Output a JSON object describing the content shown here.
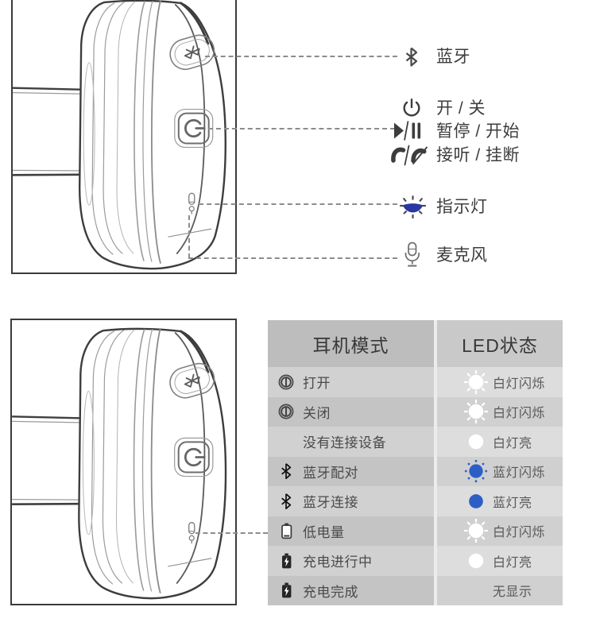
{
  "document": {
    "type": "headphone-manual-diagram",
    "background": "#ffffff"
  },
  "colors": {
    "table_blue_led": "#2d5ec6",
    "indicator_blue": "#2b36a3",
    "box_border": "#3b3b3b",
    "dash_line": "#8c8c8c"
  },
  "callouts": {
    "bluetooth": {
      "icon": "bluetooth-icon",
      "label": "蓝牙"
    },
    "power_group": [
      {
        "icon": "power-icon",
        "label": "开 / 关"
      },
      {
        "icon": "play-pause-icon",
        "label": "暂停 / 开始"
      },
      {
        "icon": "phone-answer-hangup-icon",
        "label": "接听 / 挂断"
      }
    ],
    "indicator": {
      "icon": "indicator-light-icon",
      "label": "指示灯"
    },
    "microphone": {
      "icon": "microphone-icon",
      "label": "麦克风"
    }
  },
  "table": {
    "header_mode": "耳机模式",
    "header_led": "LED状态",
    "rows": [
      {
        "mode_icon": "power-ring-icon",
        "mode": "打开",
        "led_icon": "led-white-flash",
        "led": "白灯闪烁"
      },
      {
        "mode_icon": "power-ring-icon",
        "mode": "关闭",
        "led_icon": "led-white-flash",
        "led": "白灯闪烁"
      },
      {
        "mode_icon": "none",
        "mode": "没有连接设备",
        "led_icon": "led-white-on",
        "led": "白灯亮"
      },
      {
        "mode_icon": "bluetooth-icon",
        "mode": "蓝牙配对",
        "led_icon": "led-blue-flash",
        "led": "蓝灯闪烁"
      },
      {
        "mode_icon": "bluetooth-icon",
        "mode": "蓝牙连接",
        "led_icon": "led-blue-on",
        "led": "蓝灯亮"
      },
      {
        "mode_icon": "battery-low-icon",
        "mode": "低电量",
        "led_icon": "led-white-flash",
        "led": "白灯闪烁"
      },
      {
        "mode_icon": "battery-charging-icon",
        "mode": "充电进行中",
        "led_icon": "led-white-on",
        "led": "白灯亮"
      },
      {
        "mode_icon": "battery-full-icon",
        "mode": "充电完成",
        "led_icon": "none",
        "led": "无显示"
      }
    ]
  }
}
